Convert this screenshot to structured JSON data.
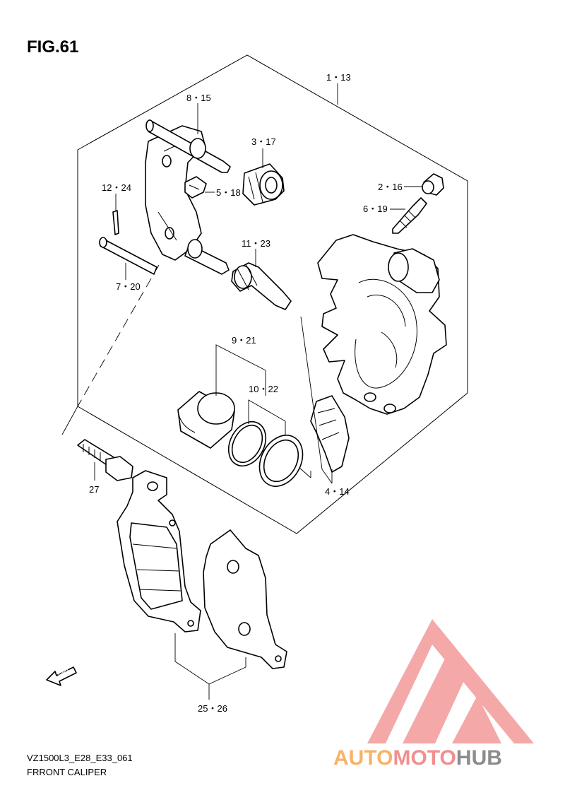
{
  "figure_label": "FIG.61",
  "callouts": [
    {
      "id": "c-1-13",
      "text": "1・13"
    },
    {
      "id": "c-8-15",
      "text": "8・15"
    },
    {
      "id": "c-3-17",
      "text": "3・17"
    },
    {
      "id": "c-12-24",
      "text": "12・24"
    },
    {
      "id": "c-5-18",
      "text": "5・18"
    },
    {
      "id": "c-2-16",
      "text": "2・16"
    },
    {
      "id": "c-6-19",
      "text": "6・19"
    },
    {
      "id": "c-11-23",
      "text": "11・23"
    },
    {
      "id": "c-7-20",
      "text": "7・20"
    },
    {
      "id": "c-9-21",
      "text": "9・21"
    },
    {
      "id": "c-10-22",
      "text": "10・22"
    },
    {
      "id": "c-27",
      "text": "27"
    },
    {
      "id": "c-4-14",
      "text": "4・14"
    },
    {
      "id": "c-25-26",
      "text": "25・26"
    }
  ],
  "fwd_label": "FWD",
  "model_code": "VZ1500L3_E28_E33_061",
  "caption": "FRRONT CALIPER",
  "watermark": {
    "part1": "AUTO",
    "part2": "MOTO",
    "part3": "HUB",
    "colors": {
      "orange": "#f7b26a",
      "pink": "#f08f8f",
      "gray": "#8c8c8c",
      "triangle": "#f39a9a"
    }
  }
}
